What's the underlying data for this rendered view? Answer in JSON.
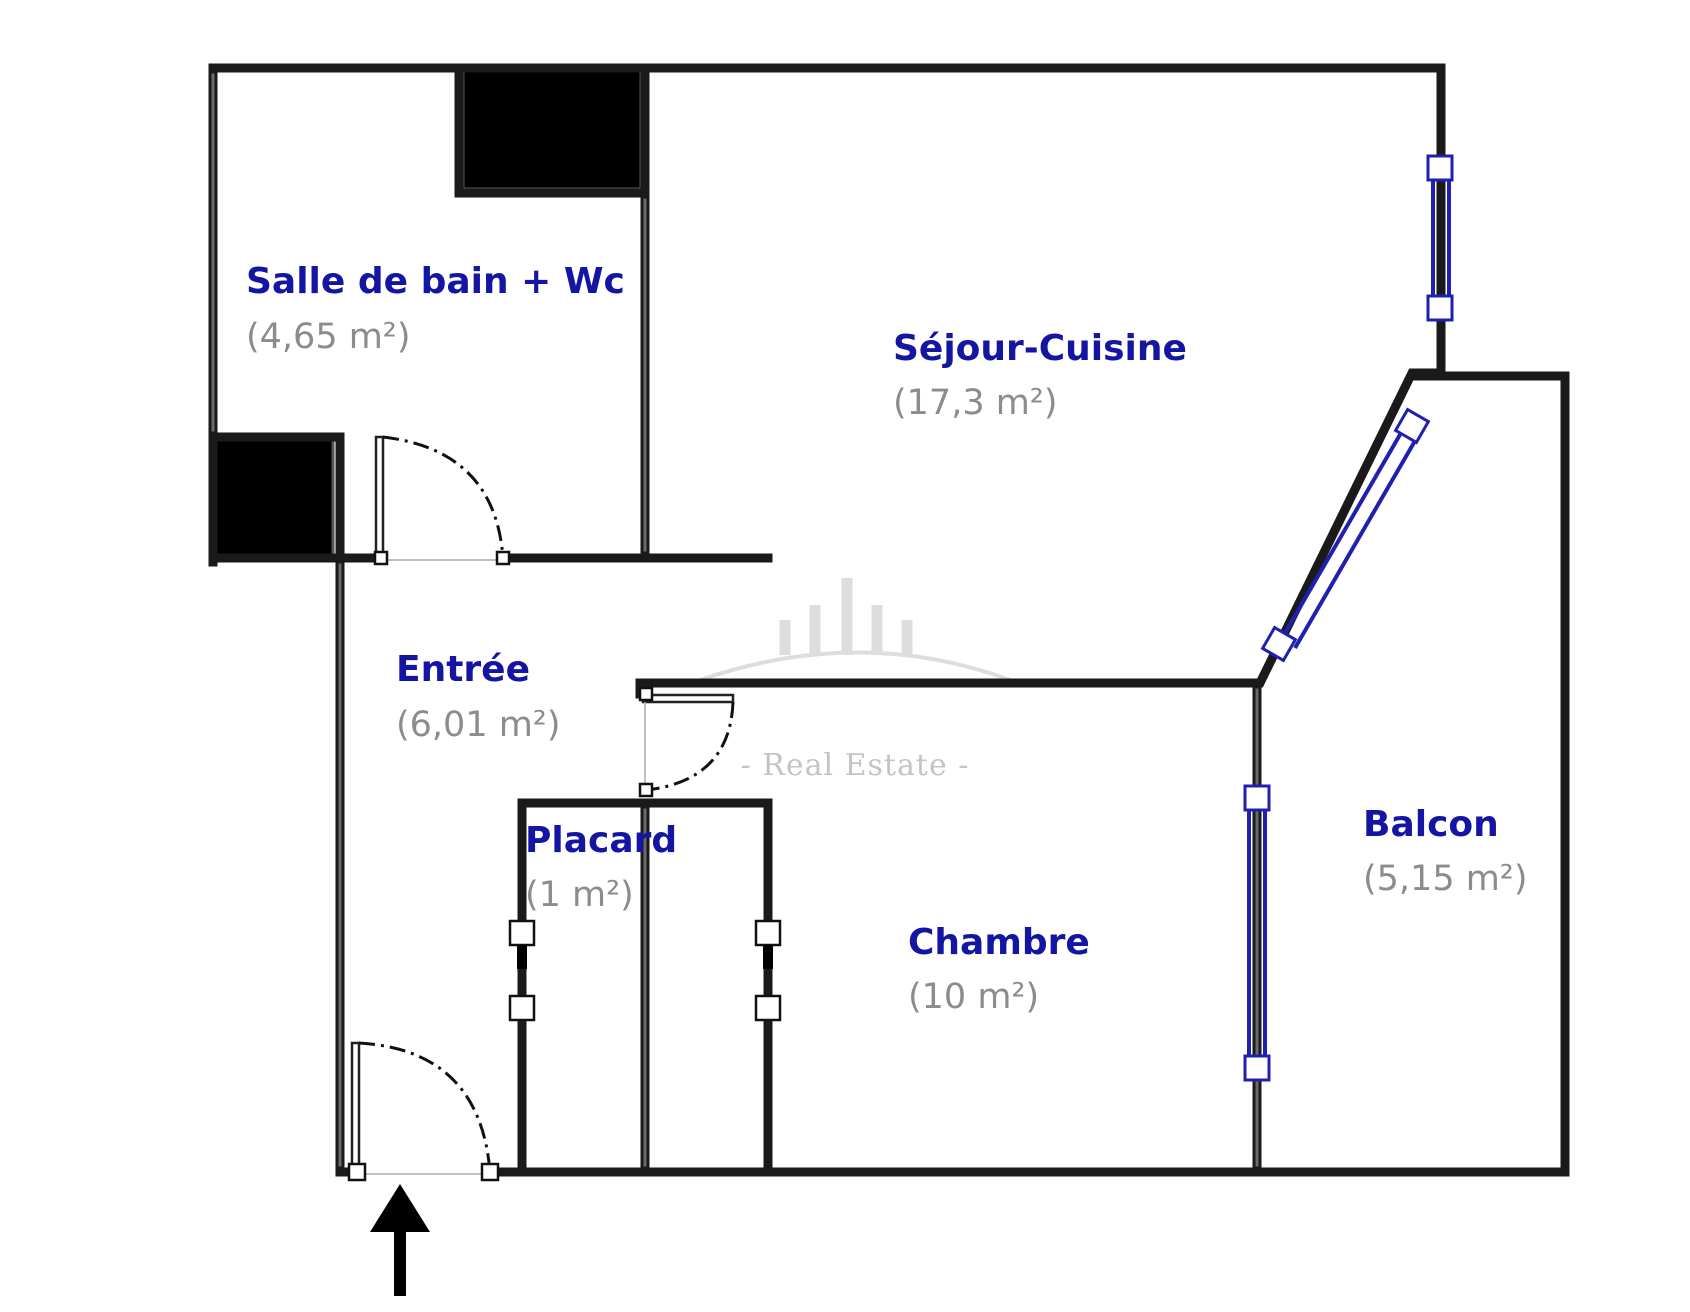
{
  "rooms": {
    "salle_de_bain": {
      "name": "Salle de bain + Wc",
      "area": "(4,65 m²)"
    },
    "sejour": {
      "name": "Séjour-Cuisine",
      "area": "(17,3 m²)"
    },
    "entree": {
      "name": "Entrée",
      "area": "(6,01 m²)"
    },
    "placard": {
      "name": "Placard",
      "area": "(1 m²)"
    },
    "chambre": {
      "name": "Chambre",
      "area": "(10 m²)"
    },
    "balcon": {
      "name": "Balcon",
      "area": "(5,15 m²)"
    }
  },
  "watermark": {
    "text": "- Real Estate -"
  },
  "colors": {
    "label": "#1515a3",
    "area": "#8c8c8c",
    "wall": "#1a1a1a",
    "window": "#2020b0"
  }
}
